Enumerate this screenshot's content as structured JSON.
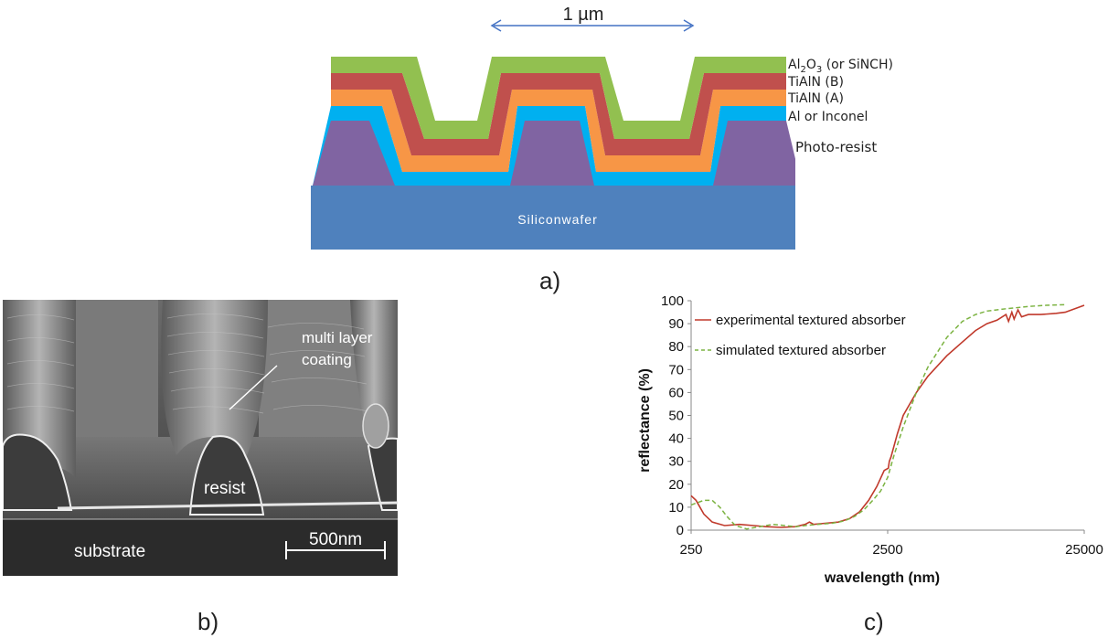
{
  "figure_a": {
    "scale_label": "1 µm",
    "substrate_label": "Siliconwafer",
    "layer_labels": {
      "top_prefix": "Al",
      "top_sub1": "2",
      "top_mid": "O",
      "top_sub2": "3",
      "top_suffix": " (or SiNCH)",
      "tialn_b": "TiAlN (B)",
      "tialn_a": "TiAlN (A)",
      "metal": "Al or Inconel",
      "resist": "Photo-resist"
    },
    "colors": {
      "top": "#92c050",
      "tialn_b": "#c0504d",
      "tialn_a": "#f79646",
      "metal": "#00b0f0",
      "resist": "#8064a2",
      "substrate": "#4f81bd",
      "arrow": "#4472c4"
    },
    "panel_letter": "a)"
  },
  "figure_b": {
    "labels": {
      "coating": "multi layer\ncoating",
      "resist": "resist",
      "substrate": "substrate",
      "scale": "500nm"
    },
    "panel_letter": "b)"
  },
  "figure_c": {
    "panel_letter": "c)",
    "chart_data": {
      "type": "line",
      "xlabel": "wavelength (nm)",
      "ylabel": "reflectance (%)",
      "xscale": "log",
      "xlim": [
        250,
        25000
      ],
      "ylim": [
        0,
        100
      ],
      "x_ticks": [
        250,
        2500,
        25000
      ],
      "y_ticks": [
        0,
        10,
        20,
        30,
        40,
        50,
        60,
        70,
        80,
        90,
        100
      ],
      "legend_position": "top-left",
      "series": [
        {
          "name": "experimental textured absorber",
          "color": "#c0392b",
          "style": "solid",
          "points": [
            [
              250,
              15
            ],
            [
              265,
              13
            ],
            [
              290,
              7
            ],
            [
              320,
              3.5
            ],
            [
              370,
              2
            ],
            [
              440,
              2.5
            ],
            [
              520,
              2
            ],
            [
              600,
              1.5
            ],
            [
              720,
              1.2
            ],
            [
              850,
              1.5
            ],
            [
              950,
              2.5
            ],
            [
              1000,
              3.5
            ],
            [
              1050,
              2.5
            ],
            [
              1200,
              3
            ],
            [
              1400,
              3.5
            ],
            [
              1600,
              5
            ],
            [
              1800,
              8
            ],
            [
              2000,
              13
            ],
            [
              2200,
              19
            ],
            [
              2400,
              26
            ],
            [
              2520,
              27
            ],
            [
              2550,
              30
            ],
            [
              2600,
              32
            ],
            [
              2800,
              42
            ],
            [
              3000,
              50
            ],
            [
              3500,
              60
            ],
            [
              4000,
              67
            ],
            [
              5000,
              76
            ],
            [
              6000,
              82
            ],
            [
              7000,
              87
            ],
            [
              8000,
              90
            ],
            [
              9000,
              91.5
            ],
            [
              10000,
              94
            ],
            [
              10300,
              91
            ],
            [
              10700,
              95
            ],
            [
              11000,
              92
            ],
            [
              11500,
              96
            ],
            [
              12000,
              93
            ],
            [
              13000,
              94
            ],
            [
              15000,
              94
            ],
            [
              18000,
              94.5
            ],
            [
              20000,
              95
            ],
            [
              25000,
              98
            ]
          ]
        },
        {
          "name": "simulated textured absorber",
          "color": "#7cb342",
          "style": "dashed",
          "points": [
            [
              250,
              11
            ],
            [
              290,
              13
            ],
            [
              320,
              13
            ],
            [
              350,
              10
            ],
            [
              380,
              6
            ],
            [
              420,
              2
            ],
            [
              480,
              0.5
            ],
            [
              560,
              1.5
            ],
            [
              650,
              2.5
            ],
            [
              750,
              2
            ],
            [
              850,
              1.5
            ],
            [
              950,
              2
            ],
            [
              1100,
              2.5
            ],
            [
              1300,
              3
            ],
            [
              1500,
              4
            ],
            [
              1700,
              6
            ],
            [
              1900,
              9
            ],
            [
              2100,
              13
            ],
            [
              2300,
              17
            ],
            [
              2500,
              23
            ],
            [
              2700,
              33
            ],
            [
              3000,
              45
            ],
            [
              3500,
              60
            ],
            [
              4000,
              71
            ],
            [
              5000,
              84
            ],
            [
              6000,
              91
            ],
            [
              7000,
              94
            ],
            [
              8000,
              95.5
            ],
            [
              10000,
              96.5
            ],
            [
              13000,
              97.5
            ],
            [
              16000,
              98
            ],
            [
              20000,
              98.3
            ]
          ]
        }
      ]
    }
  }
}
